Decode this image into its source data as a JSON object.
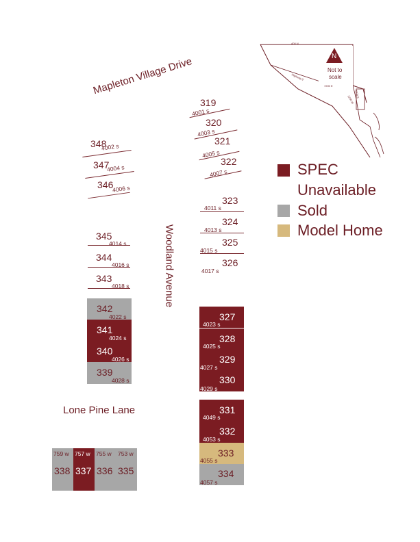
{
  "streets": {
    "mapleton": "Mapleton Village Drive",
    "woodland": "Woodland Avenue",
    "lone_pine": "Lone Pine Lane"
  },
  "inset": {
    "north_label": "N",
    "scale_note_line1": "Not to",
    "scale_note_line2": "scale",
    "road_labels": [
      "400 N",
      "Highway 8",
      "7200 E",
      "1200 W",
      "4000 S"
    ]
  },
  "legend": {
    "spec": "SPEC",
    "unavailable": "Unavailable",
    "sold": "Sold",
    "model": "Model Home",
    "colors": {
      "spec": "#7b1c22",
      "sold": "#a7a7a7",
      "model": "#d6b97d"
    }
  },
  "lots_left_upper": [
    {
      "num": "348",
      "addr": "4002 s"
    },
    {
      "num": "347",
      "addr": "4004 s"
    },
    {
      "num": "346",
      "addr": "4006 s"
    }
  ],
  "lots_left_mid": [
    {
      "num": "345",
      "addr": "4014 s"
    },
    {
      "num": "344",
      "addr": "4016 s"
    },
    {
      "num": "343",
      "addr": "4018 s"
    }
  ],
  "lots_left_blocks": [
    {
      "num": "342",
      "addr": "4022 s",
      "status": "sold"
    },
    {
      "num": "341",
      "addr": "4024 s",
      "status": "spec"
    },
    {
      "num": "340",
      "addr": "4026 s",
      "status": "spec"
    },
    {
      "num": "339",
      "addr": "4028 s",
      "status": "sold"
    }
  ],
  "lots_right_upper": [
    {
      "num": "319",
      "addr": "4001 s"
    },
    {
      "num": "320",
      "addr": "4003 s"
    },
    {
      "num": "321",
      "addr": "4005 s"
    },
    {
      "num": "322",
      "addr": "4007 s"
    }
  ],
  "lots_right_mid": [
    {
      "num": "323",
      "addr": "4011 s"
    },
    {
      "num": "324",
      "addr": "4013 s"
    },
    {
      "num": "325",
      "addr": "4015 s"
    },
    {
      "num": "326",
      "addr": "4017 s"
    }
  ],
  "lots_right_blocks_a": [
    {
      "num": "327",
      "addr": "4023 s",
      "status": "spec"
    },
    {
      "num": "328",
      "addr": "4025 s",
      "status": "spec"
    },
    {
      "num": "329",
      "addr": "4027 s",
      "status": "spec"
    },
    {
      "num": "330",
      "addr": "4029 s",
      "status": "spec"
    }
  ],
  "lots_right_blocks_b": [
    {
      "num": "331",
      "addr": "4049 s",
      "status": "spec"
    },
    {
      "num": "332",
      "addr": "4053 s",
      "status": "spec"
    },
    {
      "num": "333",
      "addr": "4055 s",
      "status": "model"
    },
    {
      "num": "334",
      "addr": "4057 s",
      "status": "sold"
    }
  ],
  "lots_bottom": [
    {
      "num": "338",
      "addr": "759 w",
      "status": "sold"
    },
    {
      "num": "337",
      "addr": "757 w",
      "status": "spec"
    },
    {
      "num": "336",
      "addr": "755 w",
      "status": "sold"
    },
    {
      "num": "335",
      "addr": "753 w",
      "status": "sold"
    }
  ]
}
